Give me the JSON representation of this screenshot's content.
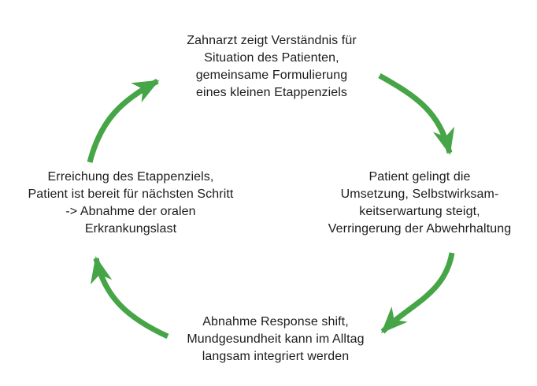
{
  "colors": {
    "background": "#ffffff",
    "arrow": "#46a546",
    "text": "#1c1c1c"
  },
  "nodes": {
    "top": {
      "text": "Zahnarzt zeigt Verständnis für\nSituation des Patienten,\ngemeinsame Formulierung\neines kleinen Etappenziels"
    },
    "right": {
      "text": "Patient gelingt die\nUmsetzung, Selbstwirksam-\nkeitserwartung steigt,\nVerringerung der Abwehrhaltung"
    },
    "bottom": {
      "text": "Abnahme Response shift,\nMundgesundheit kann im Alltag\nlangsam integriert werden"
    },
    "left": {
      "text": "Erreichung des Etappenziels,\nPatient ist bereit für nächsten Schritt\n-> Abnahme der oralen\nErkrankungslast"
    }
  },
  "arrows": [
    {
      "name": "left-to-top",
      "from": "left",
      "to": "top"
    },
    {
      "name": "top-to-right",
      "from": "top",
      "to": "right"
    },
    {
      "name": "right-to-bottom",
      "from": "right",
      "to": "bottom"
    },
    {
      "name": "bottom-to-left",
      "from": "bottom",
      "to": "left"
    }
  ]
}
